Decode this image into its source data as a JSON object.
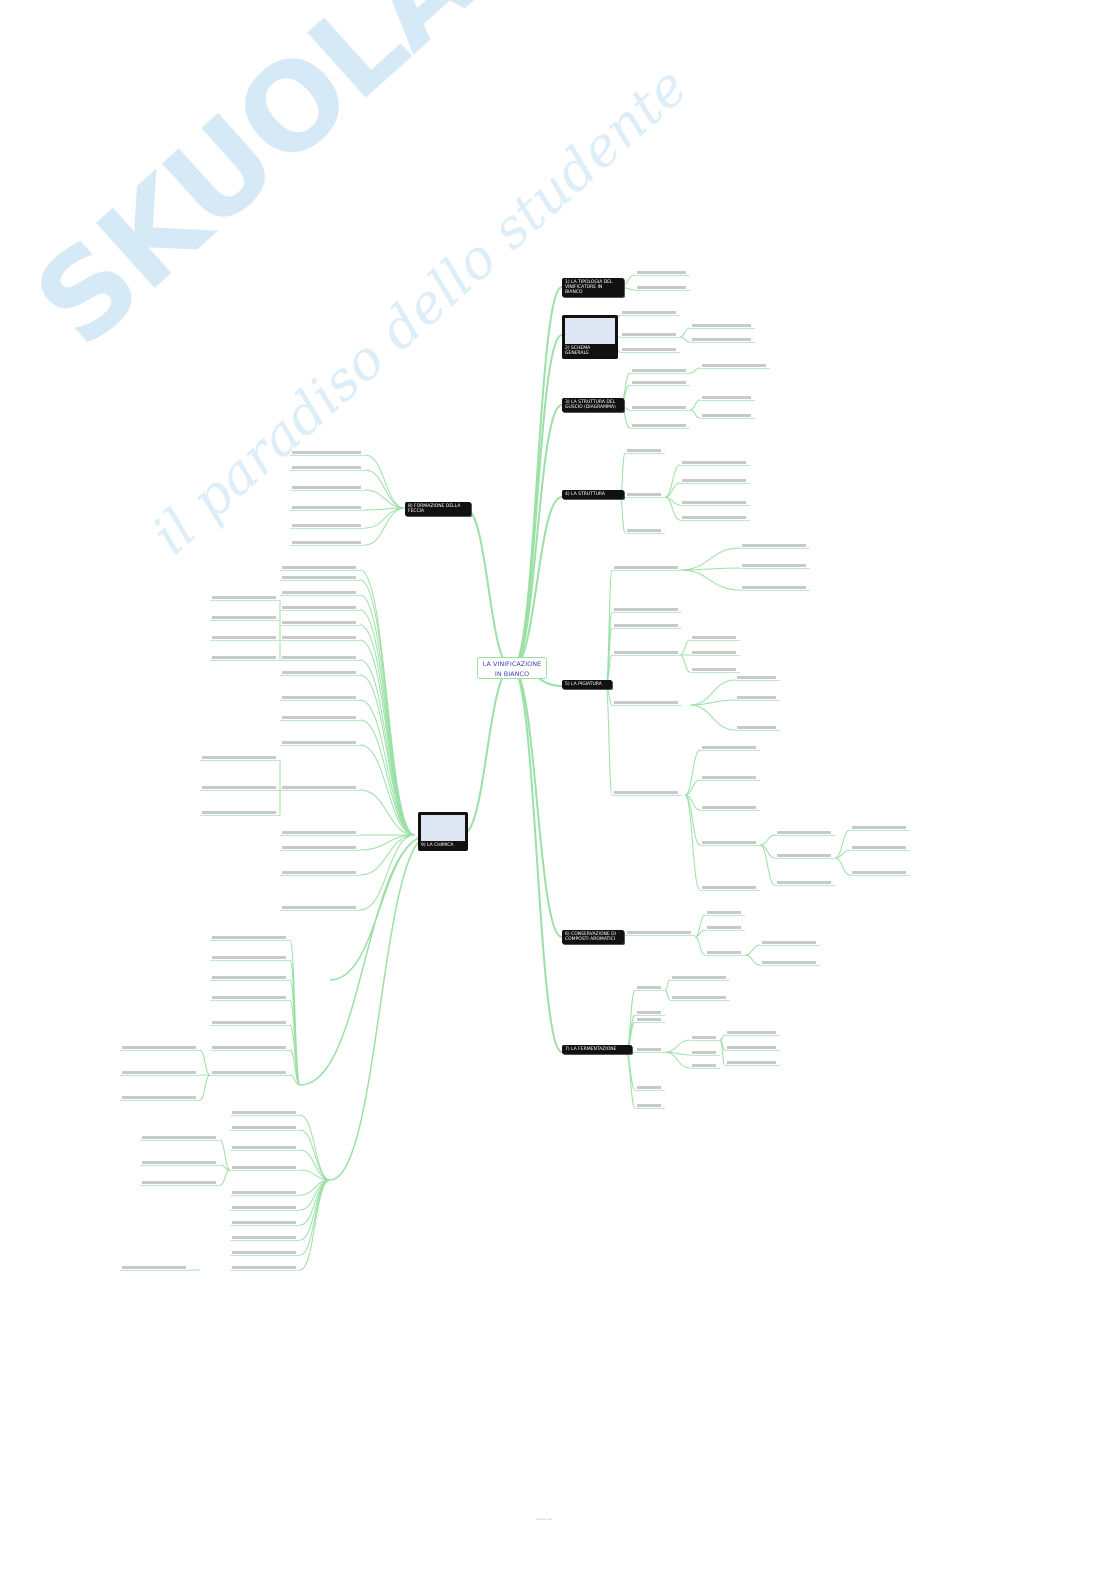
{
  "watermark": {
    "logo": "SKUOLA.net",
    "tagline": "il paradiso dello studente",
    "color": "#cfe6f5"
  },
  "mindmap": {
    "center": "LA VINIFICAZIONE IN BIANCO",
    "accent": "#9be0a5",
    "branches_right": [
      "1) LA TIPOLOGIA DEL VINIFICATORE IN BIANCO",
      "2) SCHEMA GENERALE",
      "3) LA STRUTTURA DEL GUSCIO (DIAGRAMMA)",
      "4) LA STRUTTURA",
      "5) LA PIGIATURA",
      "6) CONSERVAZIONE DI COMPOSTI AROMATICI",
      "7) LA FERMENTAZIONE"
    ],
    "branches_left": [
      "8) FORMAZIONE DELLA FECCIA",
      "9) LA CHIMICA"
    ]
  },
  "footer": "Skuola.net"
}
